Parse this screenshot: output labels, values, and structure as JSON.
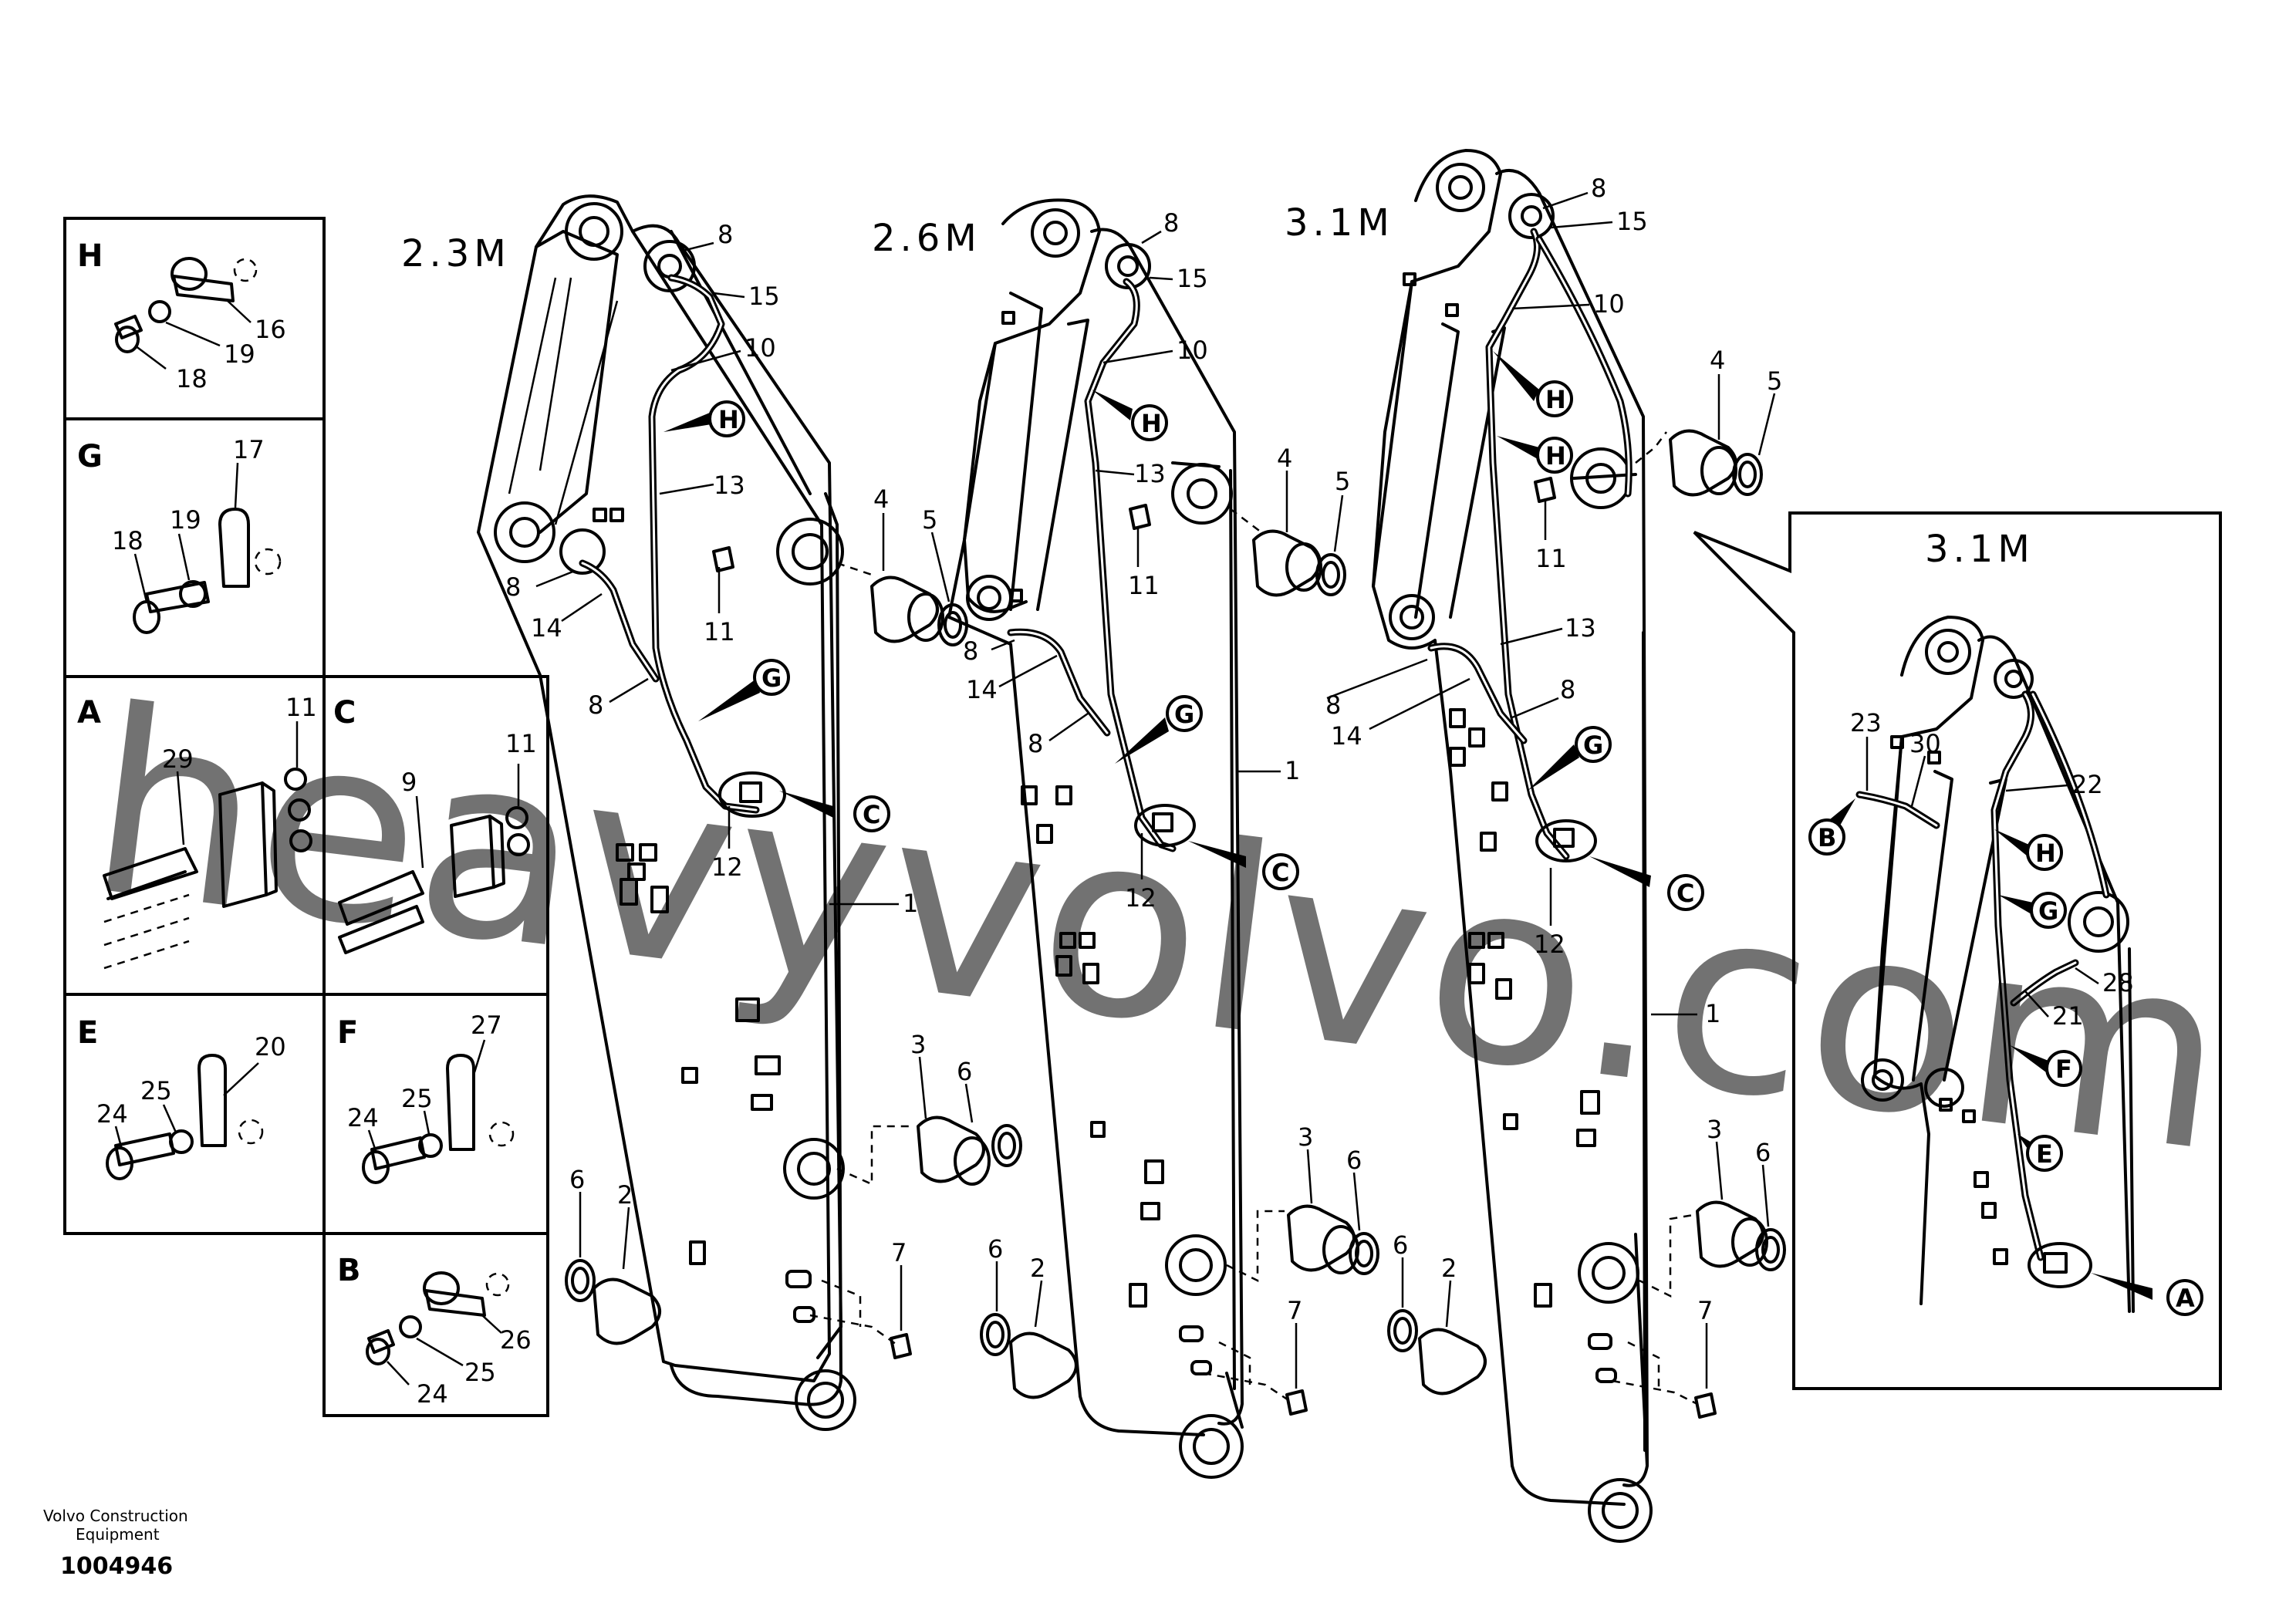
{
  "variants": [
    {
      "label": "2.3M"
    },
    {
      "label": "2.6M"
    },
    {
      "label": "3.1M"
    }
  ],
  "detail_title": "3.1M",
  "panels": [
    {
      "letter": "H",
      "callouts": [
        "16",
        "19",
        "18"
      ]
    },
    {
      "letter": "G",
      "callouts": [
        "17",
        "18",
        "19"
      ]
    },
    {
      "letter": "A",
      "callouts": [
        "11",
        "29"
      ]
    },
    {
      "letter": "C",
      "callouts": [
        "11",
        "9"
      ]
    },
    {
      "letter": "E",
      "callouts": [
        "20",
        "25",
        "24"
      ]
    },
    {
      "letter": "F",
      "callouts": [
        "27",
        "25",
        "24"
      ]
    },
    {
      "letter": "B",
      "callouts": [
        "26",
        "25",
        "24"
      ]
    }
  ],
  "arm1_callouts": [
    "8",
    "15",
    "10",
    "13",
    "8",
    "14",
    "11",
    "8",
    "12",
    "1",
    "4",
    "5",
    "3",
    "6",
    "6",
    "2",
    "7"
  ],
  "arm1_refs": [
    "H",
    "G",
    "C"
  ],
  "arm2_callouts": [
    "8",
    "15",
    "10",
    "13",
    "11",
    "8",
    "14",
    "8",
    "12",
    "1",
    "4",
    "5",
    "3",
    "6",
    "6",
    "2",
    "7"
  ],
  "arm2_refs": [
    "H",
    "G",
    "C"
  ],
  "arm3_callouts": [
    "8",
    "15",
    "10",
    "11",
    "13",
    "8",
    "8",
    "14",
    "12",
    "1",
    "4",
    "5",
    "3",
    "6",
    "6",
    "2",
    "7"
  ],
  "arm3_refs": [
    "H",
    "H",
    "G",
    "C"
  ],
  "detail_callouts": [
    "23",
    "30",
    "22",
    "28",
    "21"
  ],
  "detail_refs": [
    "B",
    "H",
    "G",
    "F",
    "E",
    "A"
  ],
  "watermark": "heavyvolvo.com",
  "footer": {
    "company": "Volvo Construction",
    "company2": "Equipment",
    "part_number": "1004946"
  }
}
